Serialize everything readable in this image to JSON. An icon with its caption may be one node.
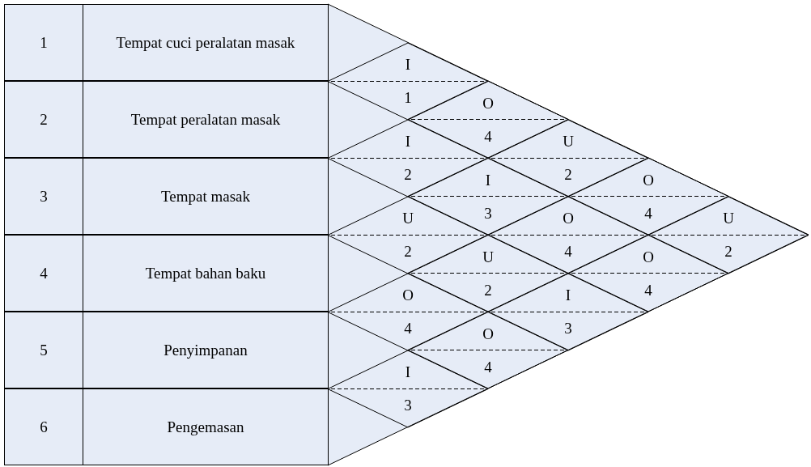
{
  "diagram": {
    "nodes": [
      {
        "text": [
          "1"
        ]
      },
      {
        "text": [
          "Tempat cuci peralatan masak"
        ]
      },
      {
        "text": [
          "2"
        ]
      },
      {
        "text": [
          "Tempat peralatan masak"
        ]
      },
      {
        "text": [
          "3"
        ]
      },
      {
        "text": [
          "Tempat masak"
        ]
      },
      {
        "text": [
          "4"
        ]
      },
      {
        "text": [
          "Tempat bahan baku"
        ]
      },
      {
        "text": [
          "5"
        ]
      },
      {
        "text": [
          "Penyimpanan"
        ]
      },
      {
        "text": [
          "6"
        ]
      },
      {
        "text": [
          "Pengemasan"
        ]
      },
      {
        "text": [
          "I",
          "1"
        ]
      },
      {
        "text": [
          "I",
          "2"
        ]
      },
      {
        "text": [
          "U",
          "2"
        ]
      },
      {
        "text": [
          "O",
          "4"
        ]
      },
      {
        "text": [
          "I",
          "3"
        ]
      },
      {
        "text": [
          "O",
          "4"
        ]
      },
      {
        "text": [
          "I",
          "3"
        ]
      },
      {
        "text": [
          "U",
          "2"
        ]
      },
      {
        "text": [
          "O",
          "4"
        ]
      },
      {
        "text": [
          "U",
          "2"
        ]
      },
      {
        "text": [
          "O",
          "4"
        ]
      },
      {
        "text": [
          "I",
          "3"
        ]
      },
      {
        "text": [
          "O",
          "4"
        ]
      },
      {
        "text": [
          "O",
          "4"
        ]
      },
      {
        "text": [
          "U",
          "2"
        ]
      }
    ]
  }
}
